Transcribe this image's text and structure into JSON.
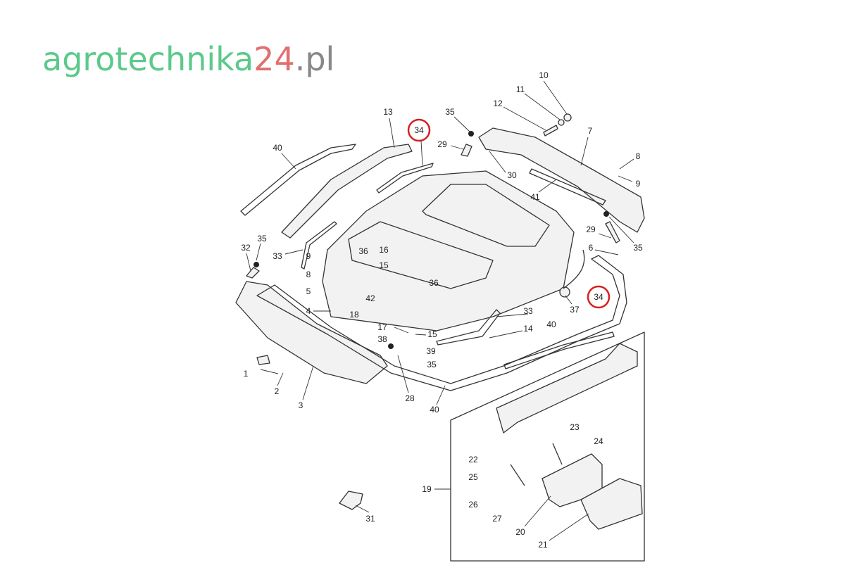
{
  "watermark": {
    "part1": "agrotechnika",
    "part2": "24",
    "part3": ".pl",
    "colors": {
      "part1": "#5cc98a",
      "part2": "#e07070",
      "part3": "#888888"
    }
  },
  "highlight_color": "#d62020",
  "labels": [
    "10",
    "11",
    "12",
    "7",
    "35",
    "34",
    "13",
    "29",
    "30",
    "8",
    "9",
    "40",
    "41",
    "29",
    "35",
    "6",
    "34",
    "37",
    "35",
    "32",
    "33",
    "36",
    "16",
    "15",
    "9",
    "8",
    "36",
    "5",
    "42",
    "4",
    "18",
    "33",
    "14",
    "40",
    "17",
    "15",
    "38",
    "39",
    "35",
    "1",
    "2",
    "3",
    "28",
    "40",
    "23",
    "24",
    "22",
    "25",
    "19",
    "26",
    "27",
    "20",
    "21",
    "31"
  ]
}
